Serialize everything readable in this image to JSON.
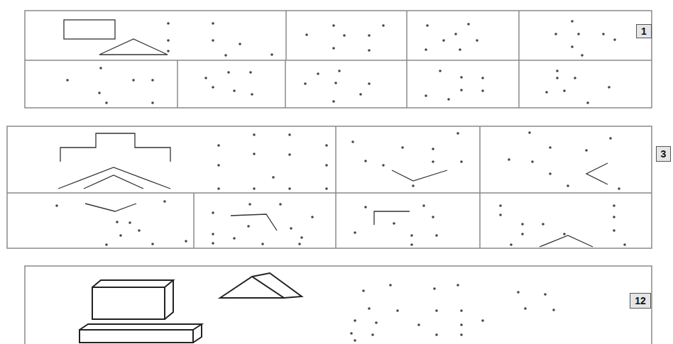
{
  "diagram": {
    "nodes": [
      {
        "text": [
          "1"
        ]
      },
      {
        "text": [
          "3"
        ]
      },
      {
        "text": [
          "12"
        ]
      }
    ]
  }
}
